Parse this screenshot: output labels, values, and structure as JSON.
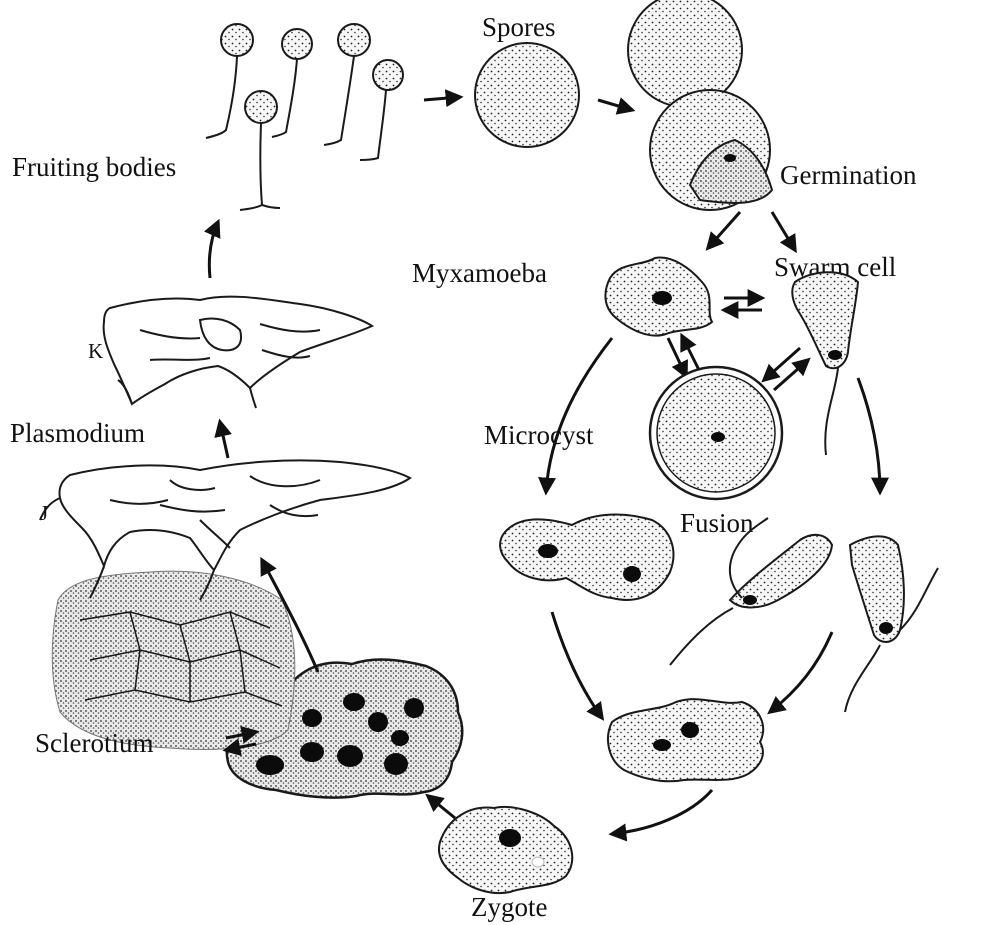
{
  "labels": {
    "fruiting_bodies": "Fruiting bodies",
    "spores": "Spores",
    "germination": "Germination",
    "myxamoeba": "Myxamoeba",
    "swarm_cell": "Swarm cell",
    "microcyst": "Microcyst",
    "fusion": "Fusion",
    "zygote": "Zygote",
    "sclerotium": "Sclerotium",
    "plasmodium": "Plasmodium",
    "stage_k": "K",
    "stage_j": "J"
  }
}
